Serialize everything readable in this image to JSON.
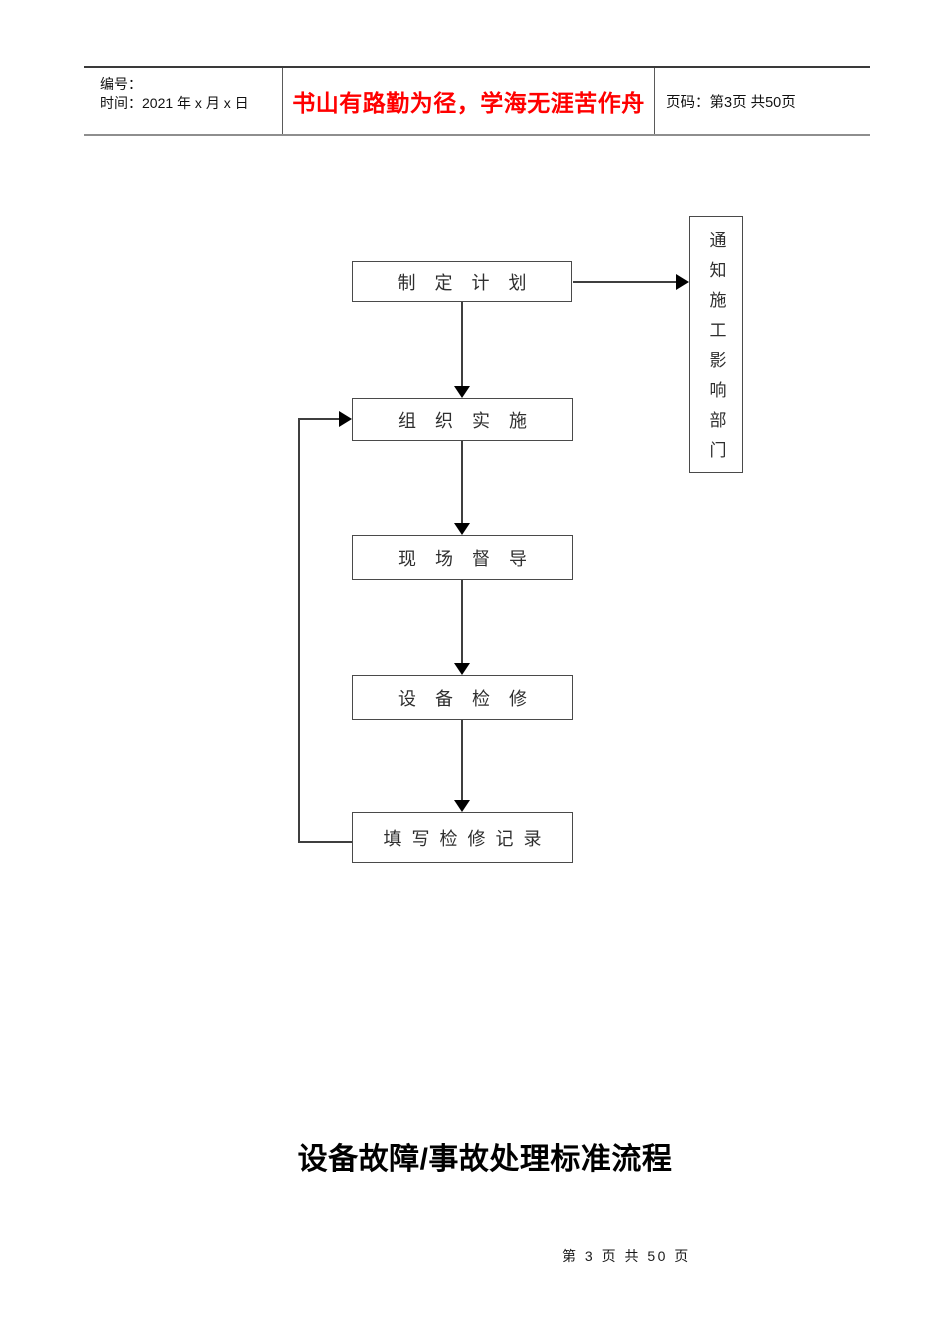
{
  "colors": {
    "background": "#ffffff",
    "motto_red": "#ff0000",
    "line": "#3f3f3f",
    "arrowhead": "#000000"
  },
  "header": {
    "number_label": "编号：",
    "date_label": "时间：2021 年 x 月 x 日",
    "motto": "书山有路勤为径，学海无涯苦作舟",
    "page_label": "页码：第3页 共50页"
  },
  "flowchart": {
    "nodes": [
      {
        "id": "plan",
        "label": "制定计划"
      },
      {
        "id": "implement",
        "label": "组织实施"
      },
      {
        "id": "supervise",
        "label": "现场督导"
      },
      {
        "id": "maintain",
        "label": "设备检修"
      },
      {
        "id": "record",
        "label": "填写检修记录"
      },
      {
        "id": "notify",
        "label": "通知施工影响部门"
      }
    ],
    "edges": [
      "plan -> implement",
      "plan -> notify",
      "implement -> supervise",
      "supervise -> maintain",
      "maintain -> record",
      "record -> implement (feedback)"
    ]
  },
  "title": "设备故障/事故处理标准流程",
  "footer": "第 3 页 共 50 页"
}
